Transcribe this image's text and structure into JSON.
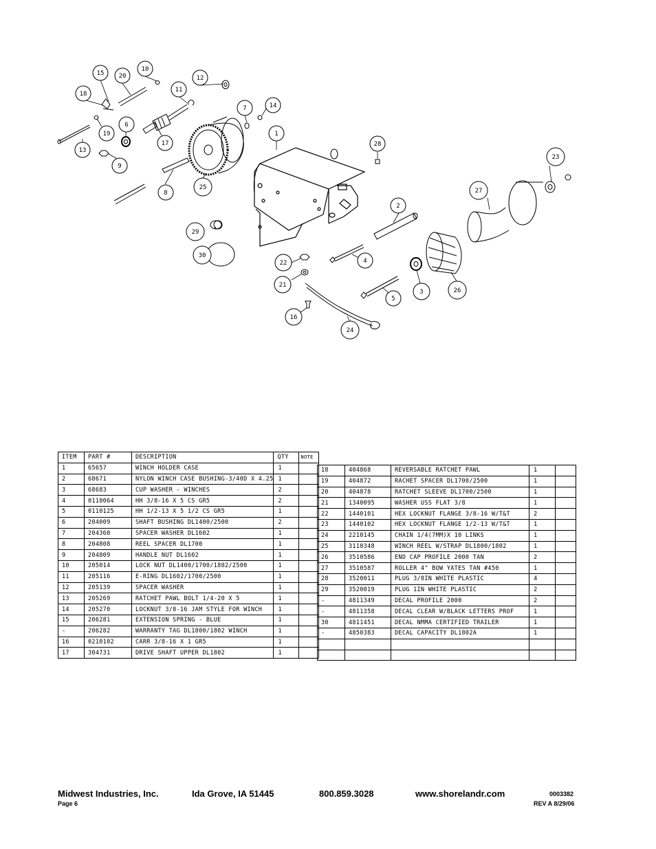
{
  "diagram": {
    "callouts": [
      "1",
      "2",
      "3",
      "4",
      "5",
      "6",
      "7",
      "8",
      "9",
      "10",
      "11",
      "12",
      "13",
      "14",
      "15",
      "16",
      "17",
      "18",
      "19",
      "20",
      "21",
      "22",
      "23",
      "24",
      "25",
      "26",
      "27",
      "28",
      "29",
      "30"
    ]
  },
  "table": {
    "headers": [
      "ITEM",
      "PART #",
      "DESCRIPTION",
      "QTY",
      "NOTE"
    ],
    "left_rows": [
      [
        "1",
        "65657",
        "WINCH HOLDER CASE",
        "1",
        ""
      ],
      [
        "2",
        "68671",
        "NYLON WINCH CASE BUSHING-3/40D X 4.25",
        "1",
        ""
      ],
      [
        "3",
        "68683",
        "CUP WASHER - WINCHES",
        "2",
        ""
      ],
      [
        "4",
        "0110064",
        "HH 3/8-16 X 5 CS GR5",
        "2",
        ""
      ],
      [
        "5",
        "0110125",
        "HH 1/2-13 X 5 1/2 CS GR5",
        "1",
        ""
      ],
      [
        "6",
        "204009",
        "SHAFT BUSHING  DL1400/2500",
        "2",
        ""
      ],
      [
        "7",
        "204360",
        "SPACER WASHER  DL1602",
        "1",
        ""
      ],
      [
        "8",
        "204808",
        "REEL SPACER  DL1700",
        "1",
        ""
      ],
      [
        "9",
        "204809",
        "HANDLE NUT  DL1602",
        "1",
        ""
      ],
      [
        "10",
        "205014",
        "LOCK NUT  DL1400/1700/1802/2500",
        "1",
        ""
      ],
      [
        "11",
        "205116",
        "E-RING DL1602/1700/2500",
        "1",
        ""
      ],
      [
        "12",
        "205139",
        "SPACER WASHER",
        "1",
        ""
      ],
      [
        "13",
        "205269",
        "RATCHET PAWL BOLT 1/4-20 X 5",
        "1",
        ""
      ],
      [
        "14",
        "205270",
        "LOCKNUT 3/8-16 JAM STYLE FOR WINCH",
        "1",
        ""
      ],
      [
        "15",
        "206281",
        "EXTENSION SPRING - BLUE",
        "1",
        ""
      ],
      [
        "-",
        "206282",
        "WARRANTY TAG DL1800/1802 WINCH",
        "1",
        ""
      ],
      [
        "16",
        "0210102",
        "CARR 3/8-16 X 1 GR5",
        "1",
        ""
      ],
      [
        "17",
        "304731",
        "DRIVE SHAFT UPPER  DL1802",
        "1",
        ""
      ]
    ],
    "right_rows": [
      [
        "18",
        "404868",
        "REVERSABLE RATCHET PAWL",
        "1",
        ""
      ],
      [
        "19",
        "404872",
        "RACHET SPACER  DL1700/2500",
        "1",
        ""
      ],
      [
        "20",
        "404878",
        "RATCHET SLEEVE  DL1700/2500",
        "1",
        ""
      ],
      [
        "21",
        "1340095",
        "WASHER USS FLAT 3/8",
        "1",
        ""
      ],
      [
        "22",
        "1440101",
        "HEX LOCKNUT FLANGE 3/8-16 W/T&T",
        "2",
        ""
      ],
      [
        "23",
        "1440102",
        "HEX LOCKNUT FLANGE 1/2-13 W/T&T",
        "1",
        ""
      ],
      [
        "24",
        "2210145",
        "CHAIN 1/4(7MM)X 10 LINKS",
        "1",
        ""
      ],
      [
        "25",
        "3110348",
        "WINCH REEL W/STRAP  DL1800/1802",
        "1",
        ""
      ],
      [
        "26",
        "3510586",
        "END CAP PROFILE 2000 TAN",
        "2",
        ""
      ],
      [
        "27",
        "3510587",
        "ROLLER 4\" BOW YATES TAN #450",
        "1",
        ""
      ],
      [
        "28",
        "3520011",
        "PLUG  3/8IN WHITE PLASTIC",
        "4",
        ""
      ],
      [
        "29",
        "3520019",
        "PLUG  1IN WHITE PLASTIC",
        "2",
        ""
      ],
      [
        "-",
        "4811349",
        "DECAL PROFILE 2000",
        "2",
        ""
      ],
      [
        "-",
        "4811358",
        "DECAL CLEAR W/BLACK LETTERS PROF",
        "1",
        ""
      ],
      [
        "30",
        "4811451",
        " DECAL NMMA CERTIFIED TRAILER",
        "1",
        ""
      ],
      [
        "-",
        "4850383",
        "DECAL CAPACITY DL1802A",
        "1",
        ""
      ],
      [
        "",
        "",
        "",
        "",
        ""
      ],
      [
        "",
        "",
        "",
        "",
        ""
      ]
    ]
  },
  "footer": {
    "company": "Midwest Industries, Inc.",
    "location": "Ida Grove, IA  51445",
    "phone": "800.859.3028",
    "website": "www.shorelandr.com",
    "doc_number": "0003382",
    "page": "Page 6",
    "revision": "REV A  8/29/06"
  }
}
